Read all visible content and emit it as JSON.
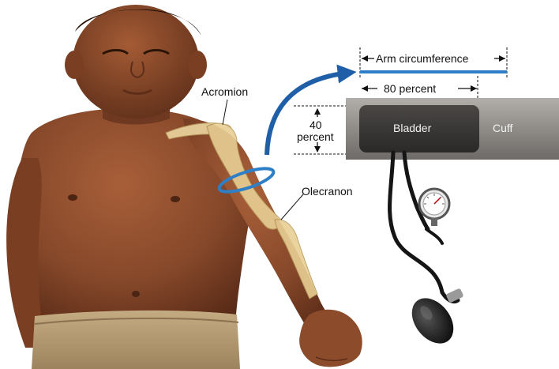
{
  "labels": {
    "acromion": "Acromion",
    "olecranon": "Olecranon",
    "arm_circumference": "Arm circumference",
    "eighty_percent": "80 percent",
    "forty": "40",
    "percent": "percent",
    "bladder": "Bladder",
    "cuff": "Cuff"
  },
  "measures": {
    "bladder_length_fraction_of_arm_circumference": 0.8,
    "bladder_width_fraction_of_arm_circumference": 0.4
  },
  "colors": {
    "skin": "#8a4a2a",
    "skin_shadow": "#5e2d18",
    "bone": "#e8cf94",
    "cuff": "#8f8c88",
    "bladder": "#3a3836",
    "measure_band": "#2f7fc6",
    "arrow": "#1f5fa8",
    "shorts": "#b39a72"
  },
  "icons": [
    "pressure-gauge-icon",
    "inflation-bulb-icon",
    "curved-arrow-icon"
  ]
}
